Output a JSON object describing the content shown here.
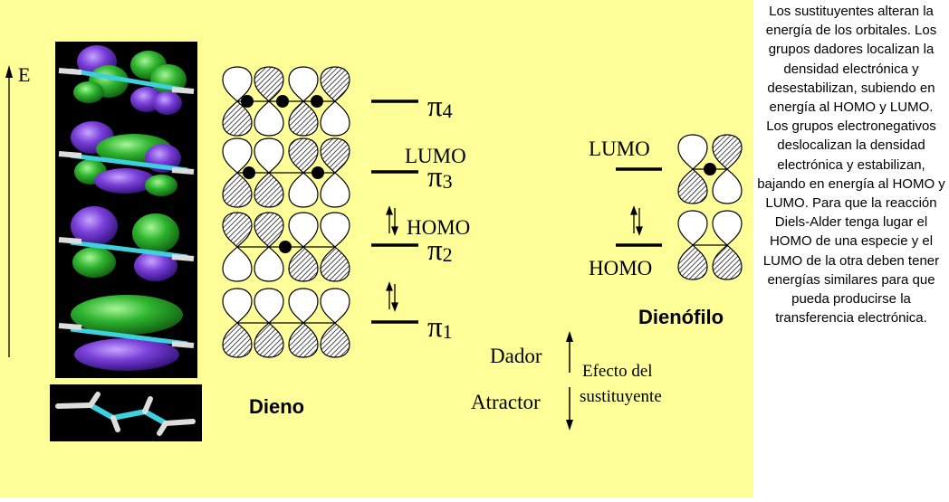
{
  "labels": {
    "energy_axis": "E",
    "lumo": "LUMO",
    "homo": "HOMO",
    "dieno": "Dieno",
    "dienofilo": "Dienófilo",
    "dador": "Dador",
    "atractor": "Atractor",
    "efecto_line1": "Efecto del",
    "efecto_line2": "sustituyente"
  },
  "diene_levels": [
    {
      "symbol": "π",
      "subscript": "4"
    },
    {
      "symbol": "π",
      "subscript": "3"
    },
    {
      "symbol": "π",
      "subscript": "2"
    },
    {
      "symbol": "π",
      "subscript": "1"
    }
  ],
  "description": "Los sustituyentes alteran la energía de los orbitales. Los grupos dadores localizan la densidad electrónica y desestabilizan, subiendo en energía al HOMO y LUMO. Los grupos electronegativos deslocalizan la densidad electrónica y estabilizan, bajando en energía al HOMO y LUMO. Para que la reacción Diels-Alder tenga lugar el HOMO de una especie y el LUMO de la otra deben tener energías similares para que pueda producirse la transferencia electrónica.",
  "colors": {
    "background": "#ffff99",
    "lobe_green": "#2fb52f",
    "lobe_purple": "#7a3fd9",
    "bond_cyan": "#3fd0e0"
  }
}
